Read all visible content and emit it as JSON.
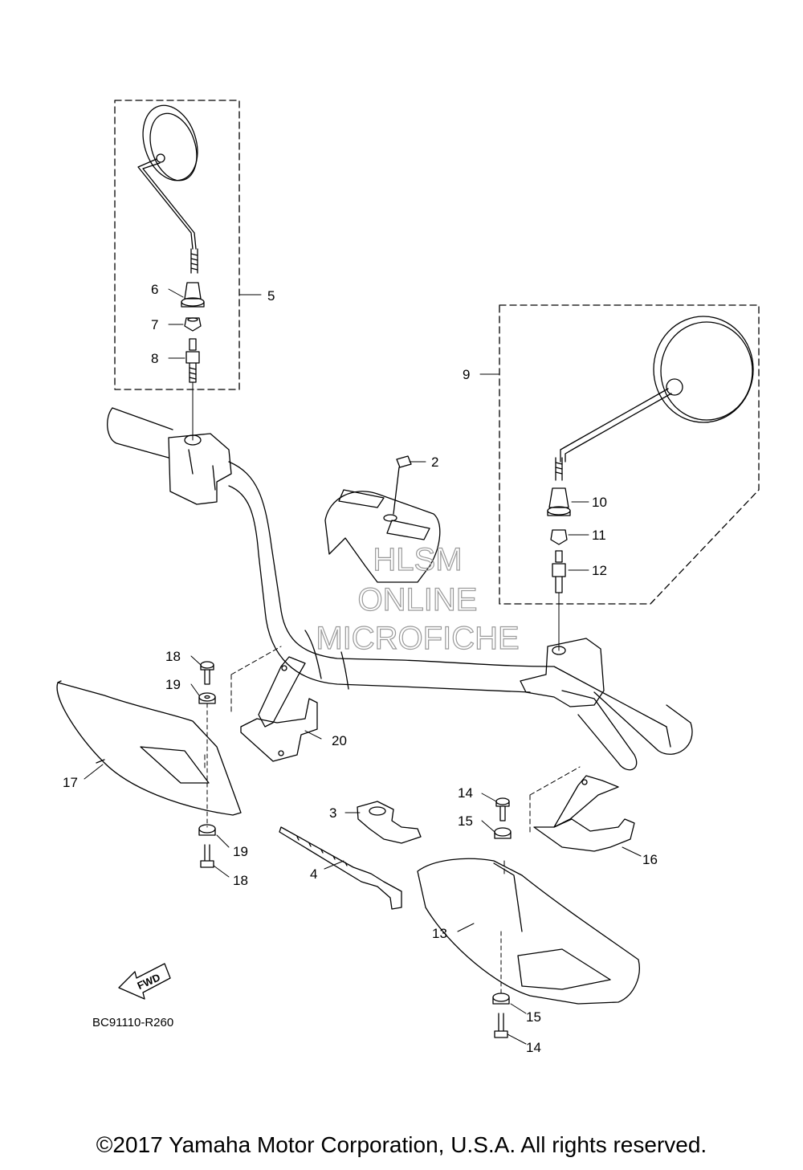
{
  "callouts": {
    "c2": "2",
    "c3": "3",
    "c4": "4",
    "c5": "5",
    "c6": "6",
    "c7": "7",
    "c8": "8",
    "c9": "9",
    "c10": "10",
    "c11": "11",
    "c12": "12",
    "c13": "13",
    "c14a": "14",
    "c14b": "14",
    "c15a": "15",
    "c15b": "15",
    "c16": "16",
    "c17": "17",
    "c18a": "18",
    "c18b": "18",
    "c19a": "19",
    "c19b": "19",
    "c20": "20"
  },
  "watermark": {
    "line1": "HLSM",
    "line2": "ONLINE",
    "line3": "MICROFICHE"
  },
  "fwd_label": "FWD",
  "diagram_code": "BC91110-R260",
  "copyright": "©2017 Yamaha Motor Corporation, U.S.A. All rights reserved."
}
